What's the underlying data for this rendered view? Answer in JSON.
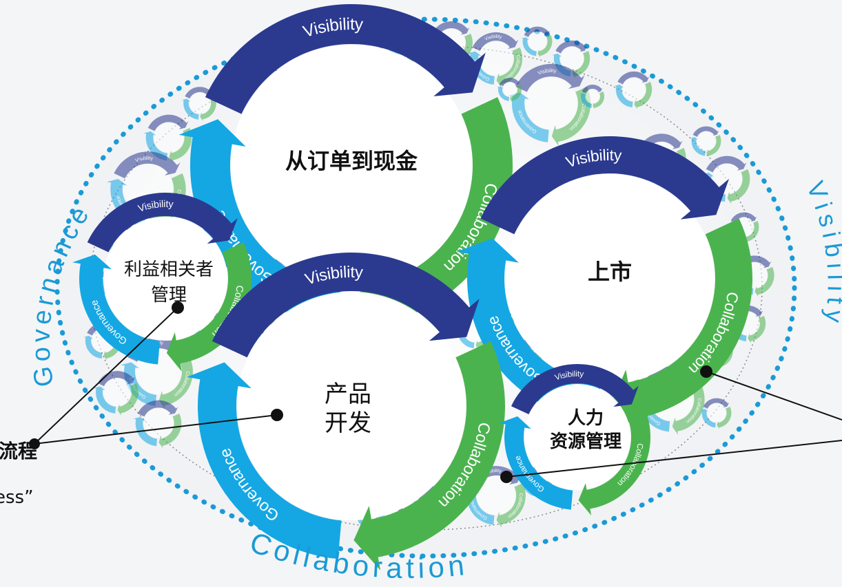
{
  "outer_labels": {
    "governance": "Governance",
    "visibility": "Visibility",
    "collaboration": "Collaboration"
  },
  "cycle_words": {
    "visibility": "Visibility",
    "governance": "Governance",
    "collaboration": "Collaboration"
  },
  "processes": {
    "order_to_cash": "从订单到现金",
    "go_to_market": "上市",
    "stakeholder_line1": "利益相关者",
    "stakeholder_line2": "管理",
    "product_line1": "产品",
    "product_line2": "开发",
    "hr_line1": "人力",
    "hr_line2": "资源管理"
  },
  "left_callout": {
    "line1": "流程",
    "line2": "ess”"
  },
  "colors": {
    "navy": "#2b3a8f",
    "blue": "#14a7e3",
    "green": "#4bb34e",
    "dots": "#1a9ad6",
    "background": "#f4f5f7"
  }
}
